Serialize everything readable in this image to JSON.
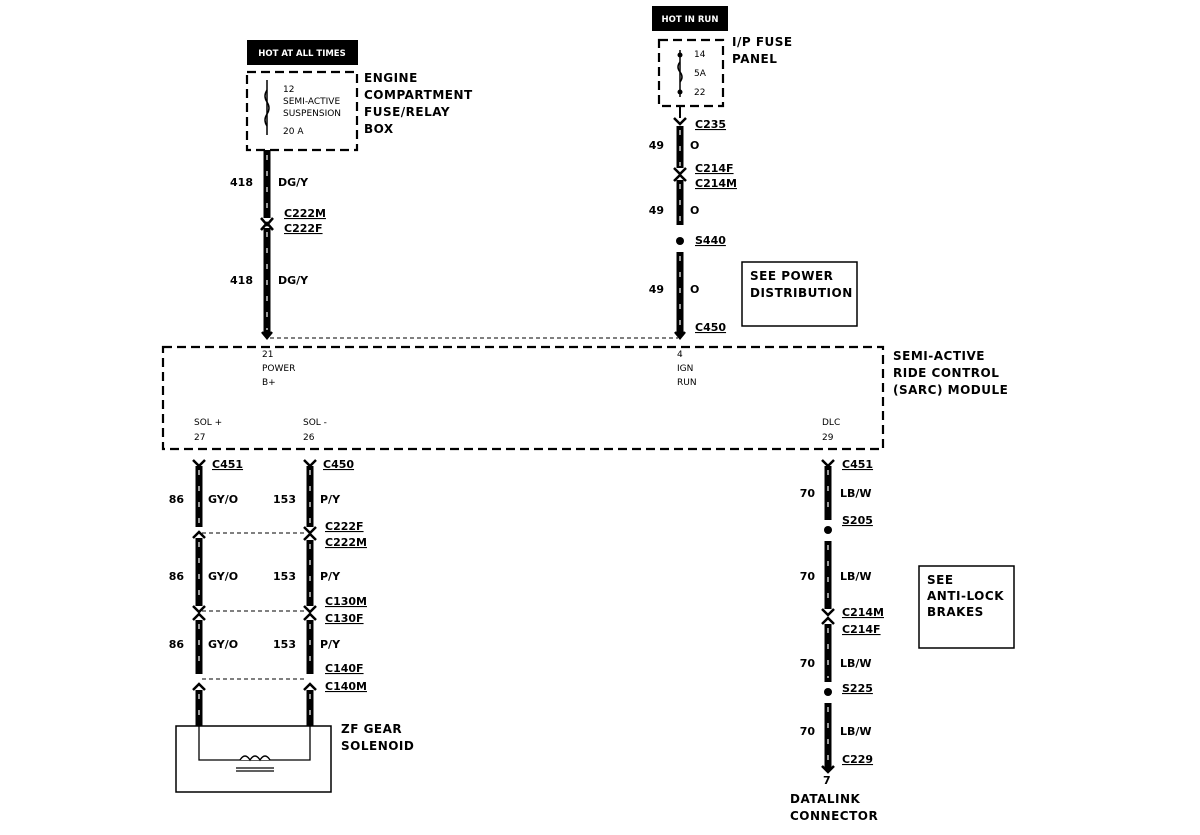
{
  "power_sources": {
    "hot_at_all_times": "HOT AT ALL TIMES",
    "hot_in_run": "HOT IN RUN"
  },
  "engine_fuse_box": {
    "label": [
      "ENGINE",
      "COMPARTMENT",
      "FUSE/RELAY",
      "BOX"
    ],
    "fuse_number": "12",
    "fuse_desc": [
      "SEMI-ACTIVE",
      "SUSPENSION"
    ],
    "fuse_rating": "20 A"
  },
  "ip_fuse_panel": {
    "label": [
      "I/P FUSE",
      "PANEL"
    ],
    "fuse_top": "14",
    "fuse_rating": "5A",
    "fuse_bottom": "22"
  },
  "left_feed": {
    "circuit_upper": "418",
    "color_upper": "DG/Y",
    "connector_1": "C222M",
    "connector_2": "C222F",
    "circuit_lower": "418",
    "color_lower": "DG/Y"
  },
  "ign_feed": {
    "connector_c235": "C235",
    "circuit_1": "49",
    "color_1": "O",
    "connector_c214f": "C214F",
    "connector_c214m": "C214M",
    "circuit_2": "49",
    "color_2": "O",
    "splice": "S440",
    "circuit_3": "49",
    "color_3": "O",
    "connector_c450": "C450"
  },
  "see_power_distribution": [
    "SEE POWER",
    "DISTRIBUTION"
  ],
  "module": {
    "label": [
      "SEMI-ACTIVE",
      "RIDE CONTROL",
      "(SARC) MODULE"
    ],
    "pin_power": [
      "21",
      "POWER",
      "B+"
    ],
    "pin_ign": [
      "4",
      "IGN",
      "RUN"
    ],
    "pin_sol_plus": [
      "SOL +",
      "27"
    ],
    "pin_sol_minus": [
      "SOL -",
      "26"
    ],
    "pin_dlc": [
      "DLC",
      "29"
    ]
  },
  "sol_plus_wire": {
    "connector_top": "C451",
    "circuit": "86",
    "color": "GY/O"
  },
  "sol_minus_wire": {
    "connector_top": "C450",
    "circuit": "153",
    "color": "P/Y",
    "connectors_1": [
      "C222F",
      "C222M"
    ],
    "connectors_2": [
      "C130M",
      "C130F"
    ],
    "connectors_3": [
      "C140F",
      "C140M"
    ]
  },
  "solenoid": {
    "label": [
      "ZF GEAR",
      "SOLENOID"
    ]
  },
  "dlc_wire": {
    "connector_top": "C451",
    "circuit": "70",
    "color": "LB/W",
    "splice_1": "S205",
    "connectors_mid": [
      "C214M",
      "C214F"
    ],
    "splice_2": "S225",
    "connector_bottom": "C229",
    "pin": "7"
  },
  "see_anti_lock": [
    "SEE",
    "ANTI-LOCK",
    "BRAKES"
  ],
  "datalink_connector": [
    "DATALINK",
    "CONNECTOR"
  ]
}
